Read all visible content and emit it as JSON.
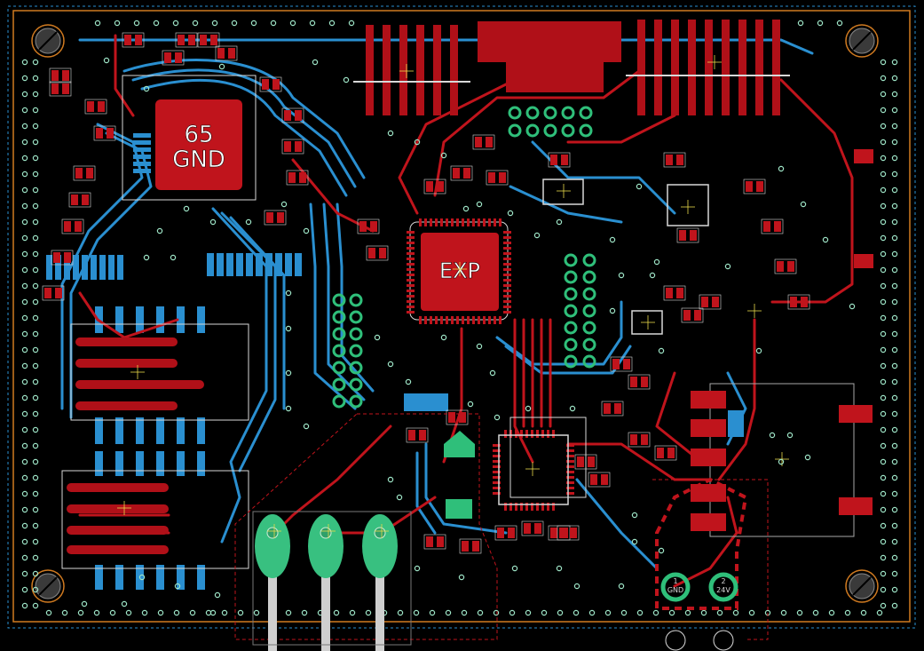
{
  "view": {
    "background": "#000000",
    "colors": {
      "top_copper": "#c0141c",
      "bottom_copper": "#2a8fd0",
      "via": "#9fe6c8",
      "plated_pad": "#2fbf7a",
      "silkscreen": "#d8d8d8",
      "board_outline": "#d07a20",
      "keepout": "#2a8fd0",
      "text_on_copper": "#ffffff"
    }
  },
  "labels": {
    "ic_upper_left_line1": "65",
    "ic_upper_left_line2": "GND",
    "ic_center": "EXP",
    "terminal_1_num": "1",
    "terminal_1_name": "GND",
    "terminal_2_num": "2",
    "terminal_2_name": "24V"
  },
  "icons": {
    "mounting_hole": "mounting-hole-icon",
    "via": "via-icon",
    "pad": "pad-icon"
  }
}
